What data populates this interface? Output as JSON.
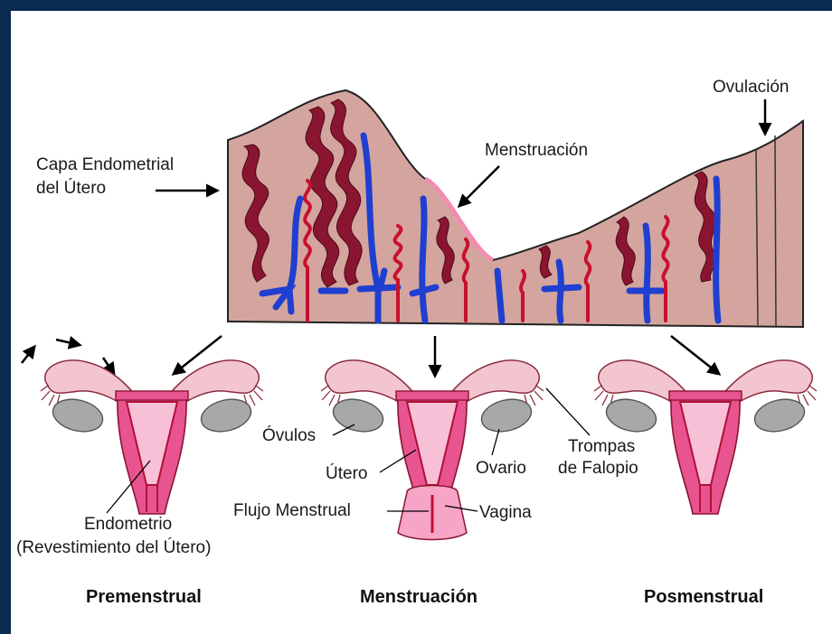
{
  "labels": {
    "layer_line1": "Capa Endometrial",
    "layer_line2": "del Útero",
    "menstruation_top": "Menstruación",
    "ovulation": "Ovulación",
    "ovules": "Óvulos",
    "uterus": "Útero",
    "ovary": "Ovario",
    "tubes_line1": "Trompas",
    "tubes_line2": "de Falopio",
    "flow": "Flujo Menstrual",
    "vagina": "Vagina",
    "endometrium_line1": "Endometrio",
    "endometrium_line2": "(Revestimiento del Útero)"
  },
  "captions": {
    "premenstrual": "Premenstrual",
    "menstruation": "Menstruación",
    "postmenstrual": "Posmenstrual"
  },
  "colors": {
    "background_border": "#0b2a52",
    "tissue": "#d4a59e",
    "artery": "#c8102e",
    "vein": "#1f3fd0",
    "gland": "#8a1530",
    "uterus_pink": "#e8548f",
    "tube_pink": "#f3c6cf",
    "ovary_gray": "#a8a8a8"
  }
}
